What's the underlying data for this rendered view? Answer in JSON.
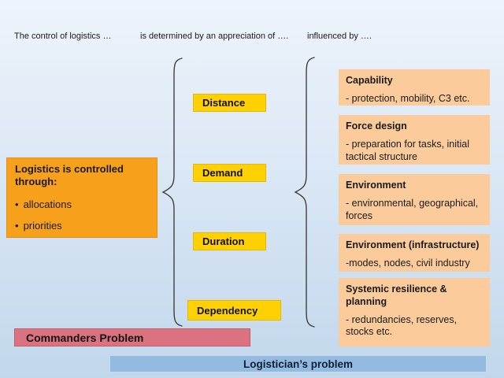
{
  "header": {
    "segment1": "The control of logistics  …",
    "segment2": "is determined by an appreciation of ….",
    "segment3": "influenced by …."
  },
  "left_box": {
    "title": "Logistics is controlled through:",
    "bullet_char": "•",
    "bullets": [
      "allocations",
      "priorities"
    ]
  },
  "middle_labels": [
    "Distance",
    "Demand",
    "Duration",
    "Dependency"
  ],
  "right_boxes": [
    {
      "title": "Capability",
      "body": "- protection, mobility, C3 etc."
    },
    {
      "title": "Force design",
      "body": "- preparation for tasks, initial tactical structure"
    },
    {
      "title": "Environment",
      "body": "- environmental, geographical, forces"
    },
    {
      "title": "Environment (infrastructure)",
      "body": "-modes, nodes, civil industry"
    },
    {
      "title": "Systemic resilience & planning",
      "body": "- redundancies, reserves, stocks etc."
    }
  ],
  "bottom_bars": {
    "commanders": "Commanders Problem",
    "logisticians": "Logistician’s problem"
  },
  "colors": {
    "background_top": "#eef4fb",
    "background_bottom": "#c2d7ec",
    "orange_box": "#f6a01c",
    "yellow_label": "#ffd103",
    "peach_box": "#fbcb9b",
    "red_bar": "#db7280",
    "blue_bar": "#93badf",
    "brace": "#3f3f3f"
  }
}
